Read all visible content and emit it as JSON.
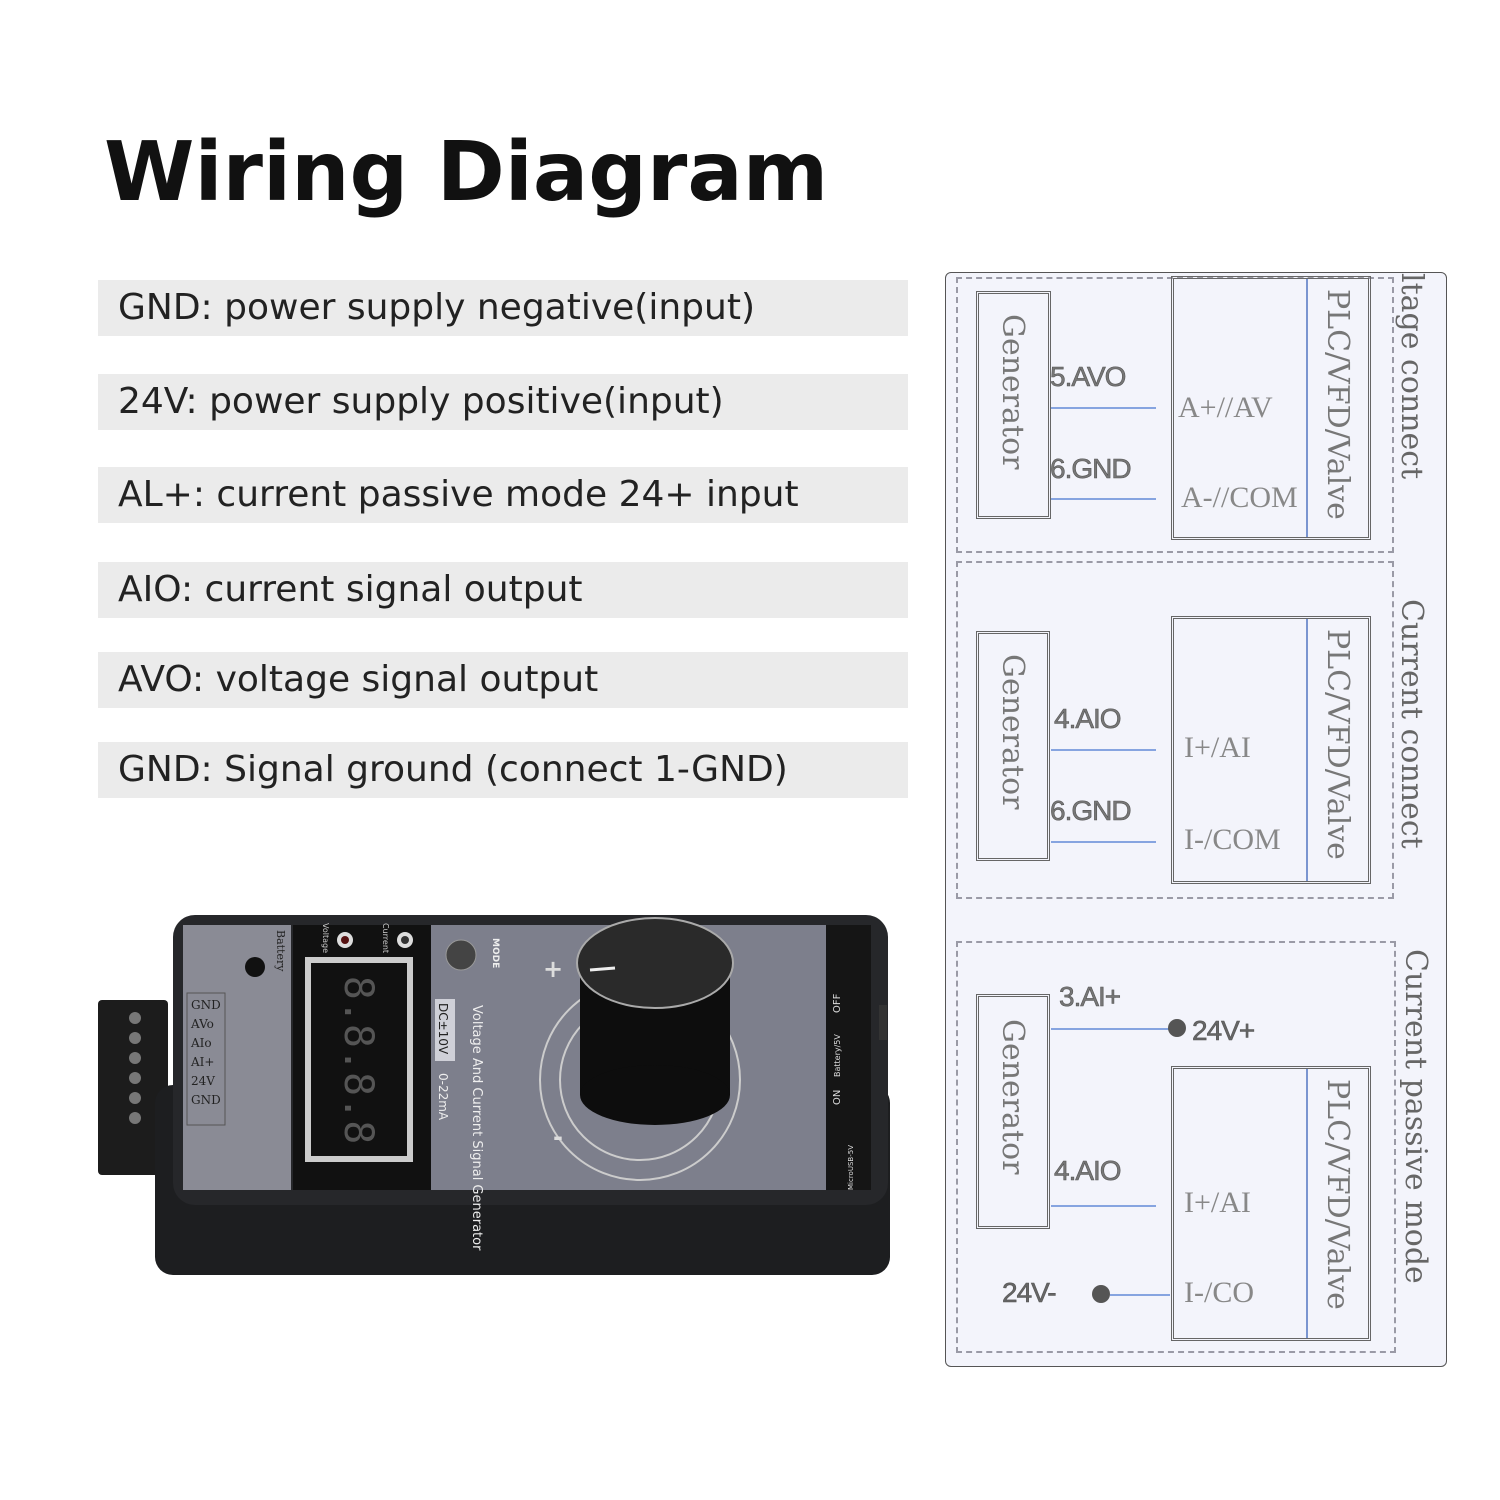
{
  "title": "Wiring Diagram",
  "pin_descriptions": [
    "GND: power supply negative(input)",
    "24V: power supply positive(input)",
    "AL+: current passive mode 24+ input",
    "AIO: current signal output",
    "AVO: voltage signal output",
    "GND: Signal ground (connect 1-GND)"
  ],
  "device": {
    "battery_label": "Battery",
    "voltage_label": "Voltage",
    "current_label": "Current",
    "mode_label": "MODE",
    "terminals": [
      "GND",
      "AVo",
      "AIo",
      "AI+",
      "24V",
      "GND"
    ],
    "display": "8.8.8.8",
    "range_dc": "DC±10V",
    "range_ma": "0-22mA",
    "product_name": "Voltage And Current Signal Generator",
    "plus": "+",
    "minus": "-",
    "switch_on": "ON",
    "switch_battery": "Battery/5V",
    "switch_off": "OFF",
    "micro_usb": "MicroUSB-5V"
  },
  "diagrams": [
    {
      "side_label": "ltage connect",
      "generator": "Generator",
      "target": "PLC/VFD/Valve",
      "wires": [
        {
          "label": "5.AVO",
          "port": "A+//AV"
        },
        {
          "label": "6.GND",
          "port": "A-//COM"
        }
      ]
    },
    {
      "side_label": "Current connect",
      "generator": "Generator",
      "target": "PLC/VFD/Valve",
      "wires": [
        {
          "label": "4.AIO",
          "port": "I+/AI"
        },
        {
          "label": "6.GND",
          "port": "I-/COM"
        }
      ]
    },
    {
      "side_label": "Current passive mode",
      "generator": "Generator",
      "target": "PLC/VFD/Valve",
      "supply_plus": "24V+",
      "supply_minus": "24V-",
      "wires": [
        {
          "label": "3.AI+",
          "port": ""
        },
        {
          "label": "4.AIO",
          "port": "I+/AI"
        },
        {
          "label": "",
          "port": "I-/CO"
        }
      ]
    }
  ],
  "colors": {
    "arrow": "#86a4e0",
    "row_bg": "#ebebeb",
    "panel_bg": "#f3f4fb"
  }
}
